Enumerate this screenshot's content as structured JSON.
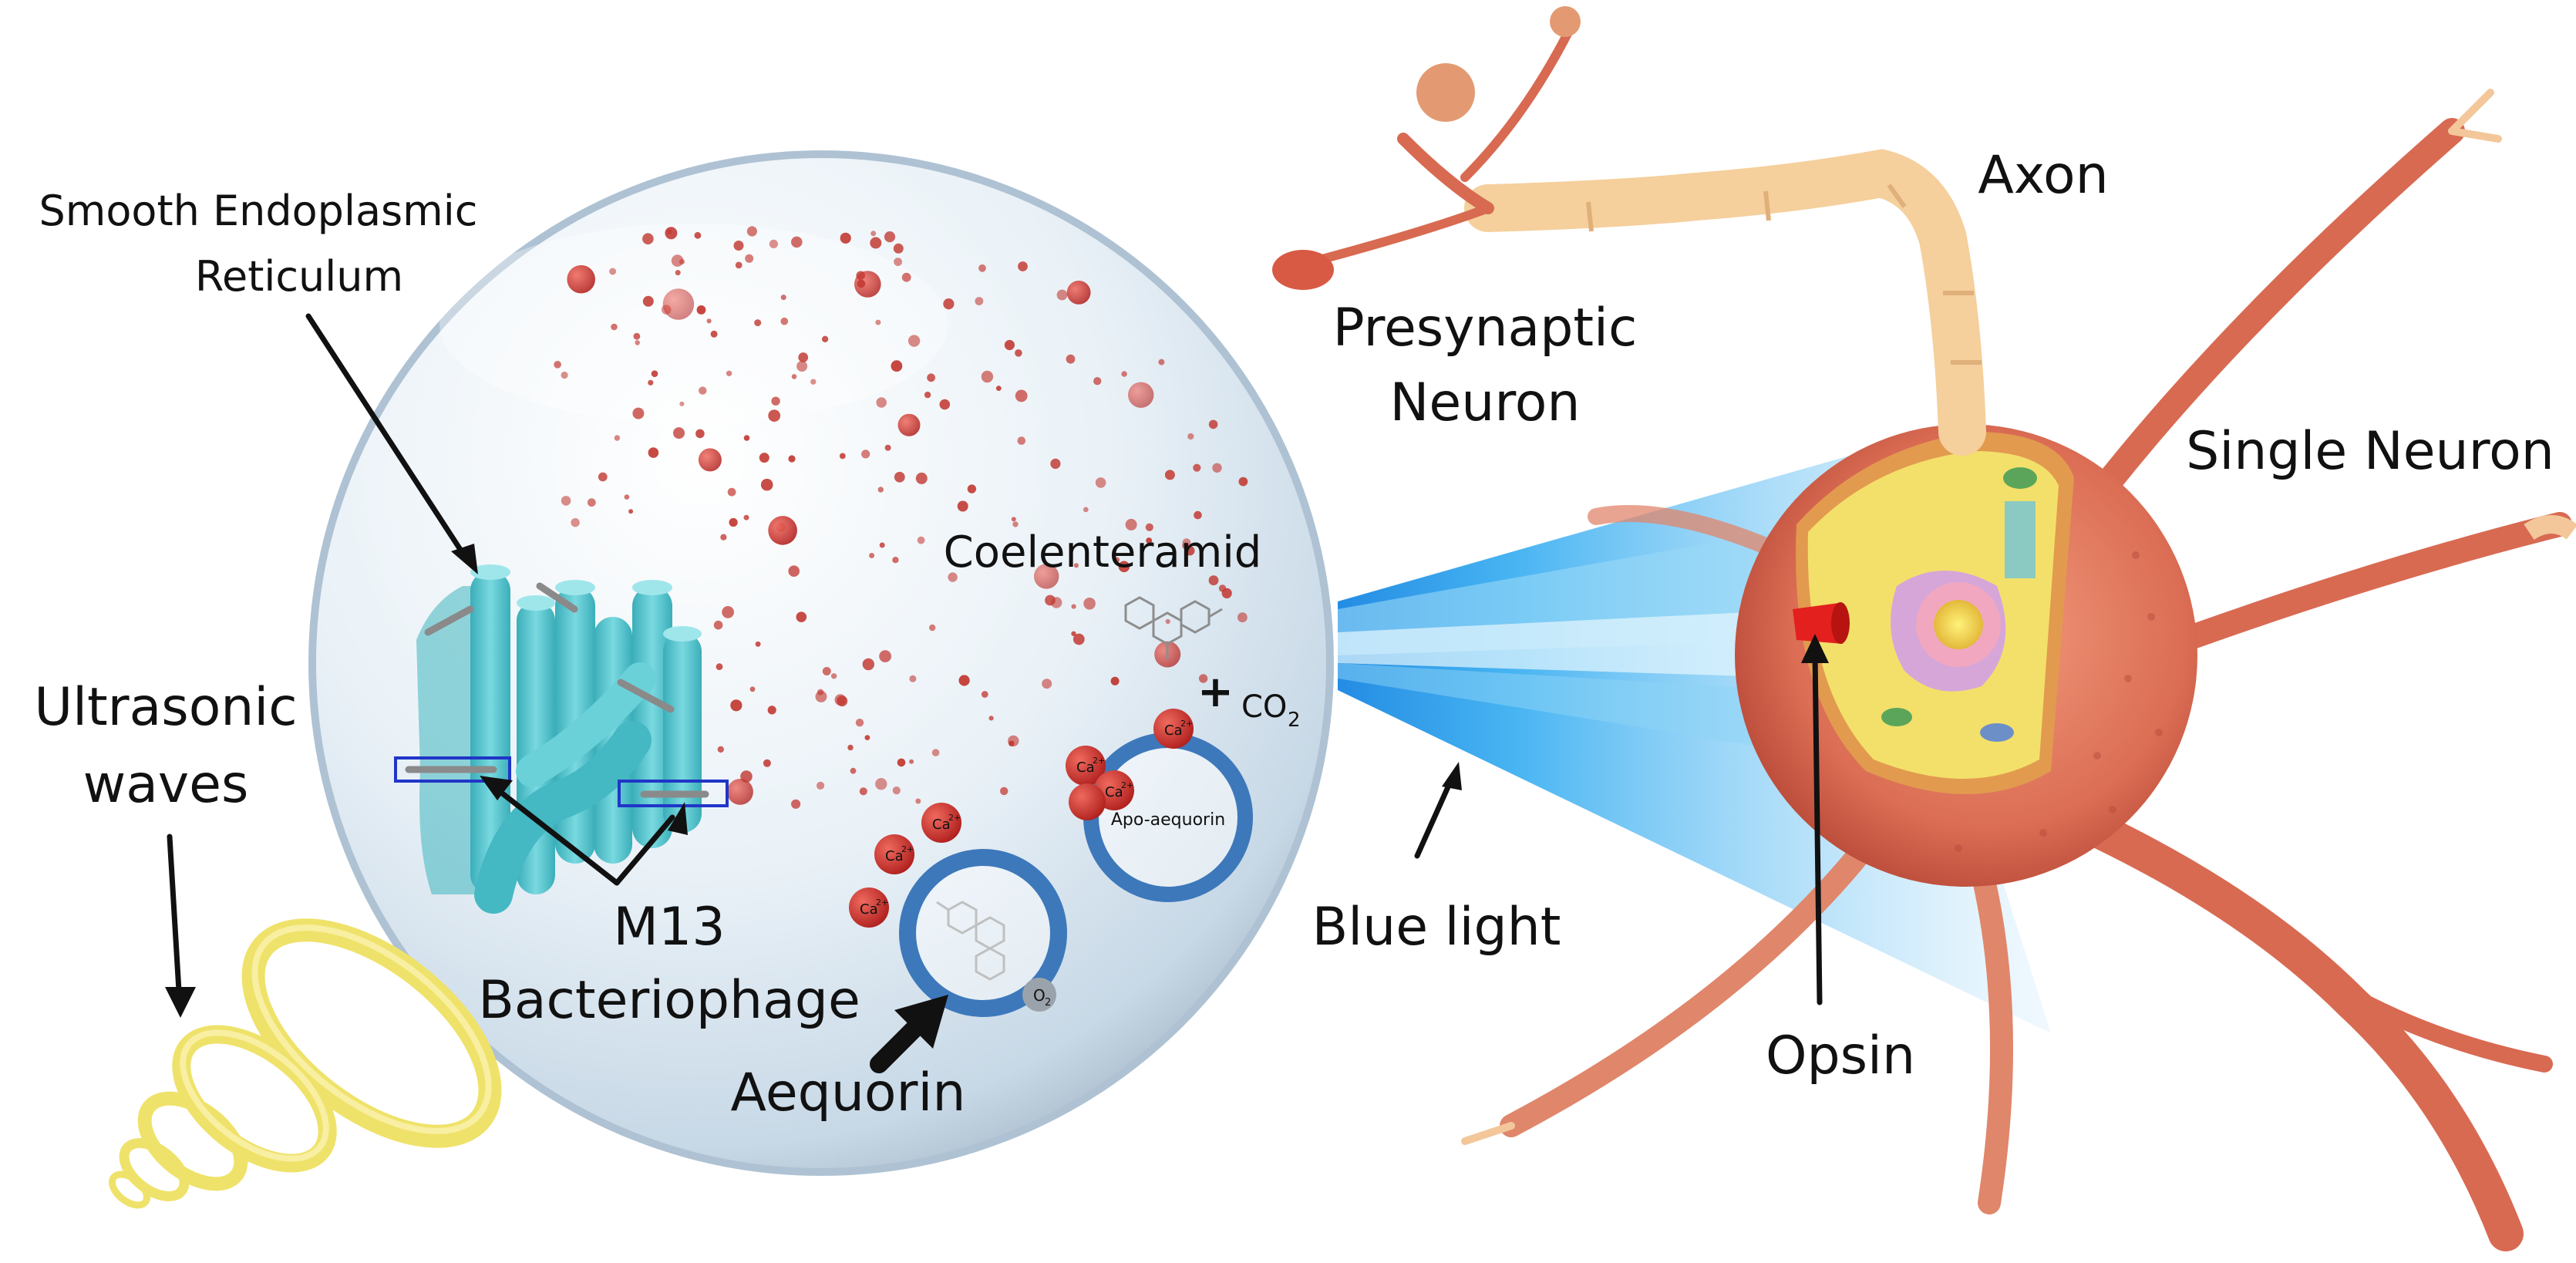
{
  "labels": {
    "ser_line1": "Smooth Endoplasmic",
    "ser_line2": "Reticulum",
    "ultra_line1": "Ultrasonic",
    "ultra_line2": "waves",
    "m13_line1": "M13",
    "m13_line2": "Bacteriophage",
    "aequorin": "Aequorin",
    "coelenteramid": "Coelenteramid",
    "co2": "CO",
    "co2_sub": "2",
    "plus": "+",
    "apo_aequorin": "Apo-aequorin",
    "o2": "O",
    "o2_sub": "2",
    "ca": "Ca",
    "ca_sup": "2+",
    "blue_light": "Blue light",
    "presyn_line1": "Presynaptic",
    "presyn_line2": "Neuron",
    "axon": "Axon",
    "single_neuron": "Single Neuron",
    "opsin": "Opsin"
  },
  "colors": {
    "sphere_fill": "#eef4f9",
    "sphere_edge": "#b7cad9",
    "er": "#5cc6d0",
    "ring_blue": "#3d78bb",
    "calcium_red": "#c8282a",
    "dot_red": "#c0302c",
    "ultrasound_yellow": "#f0e56a",
    "beam_blue": "#1aa7ee",
    "neuron_red": "#d86a52",
    "axon_cream": "#f5cf9c",
    "opsin_red": "#e3201e"
  },
  "icons": [
    "er-icon",
    "phage-icon",
    "molecule-icon",
    "ultrasound-icon",
    "neuron-icon",
    "opsin-icon"
  ]
}
